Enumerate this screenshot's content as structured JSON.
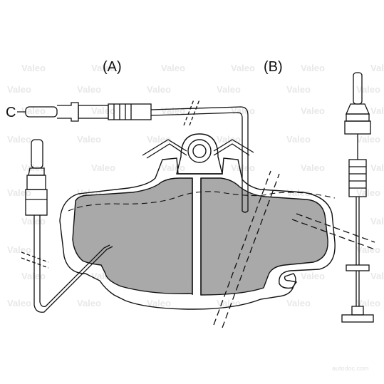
{
  "labels": {
    "view_a": "(A)",
    "view_b": "(B)",
    "callout_c": "C"
  },
  "watermark": {
    "text": "Valeo",
    "corner_text": "autodoc.com"
  },
  "colors": {
    "pad_fill": "#a9a9a9",
    "line": "#111111",
    "background": "#ffffff",
    "watermark": "#e8e8e8"
  }
}
